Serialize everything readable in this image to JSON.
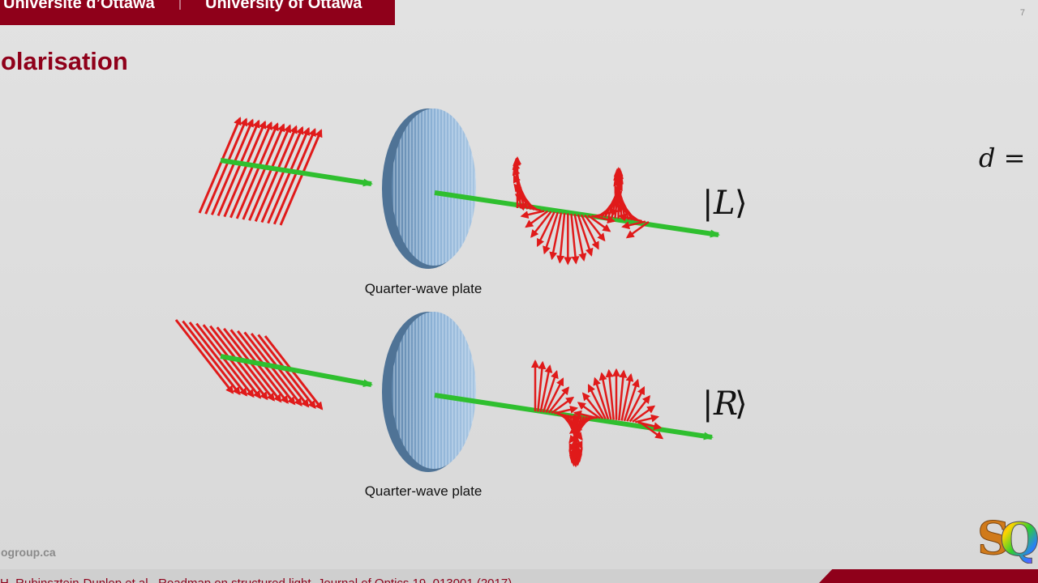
{
  "header": {
    "university_fr": "Université d’Ottawa",
    "university_en": "University of Ottawa",
    "page_number": "7"
  },
  "slide": {
    "title": "olarisation"
  },
  "diagram": {
    "top": {
      "plate_label": "Quarter-wave plate",
      "ket_symbol": "L"
    },
    "bottom": {
      "plate_label": "Quarter-wave plate",
      "ket_symbol": "R"
    }
  },
  "formula": {
    "variable": "d",
    "operator": "="
  },
  "footer": {
    "website": "ogroup.ca",
    "citation": "H. Rubinsztein-Dunlop et al., Roadmap on structured light, Journal of Optics 19, 013001 (2017)"
  },
  "logo": {
    "letters": "SQ"
  },
  "colors": {
    "brand": "#8f001a",
    "field_arrows": "#e01a1a",
    "beam": "#2fc12f",
    "plate": "#7ea6cc"
  },
  "icons": {
    "logo": "sq-logo-icon"
  }
}
